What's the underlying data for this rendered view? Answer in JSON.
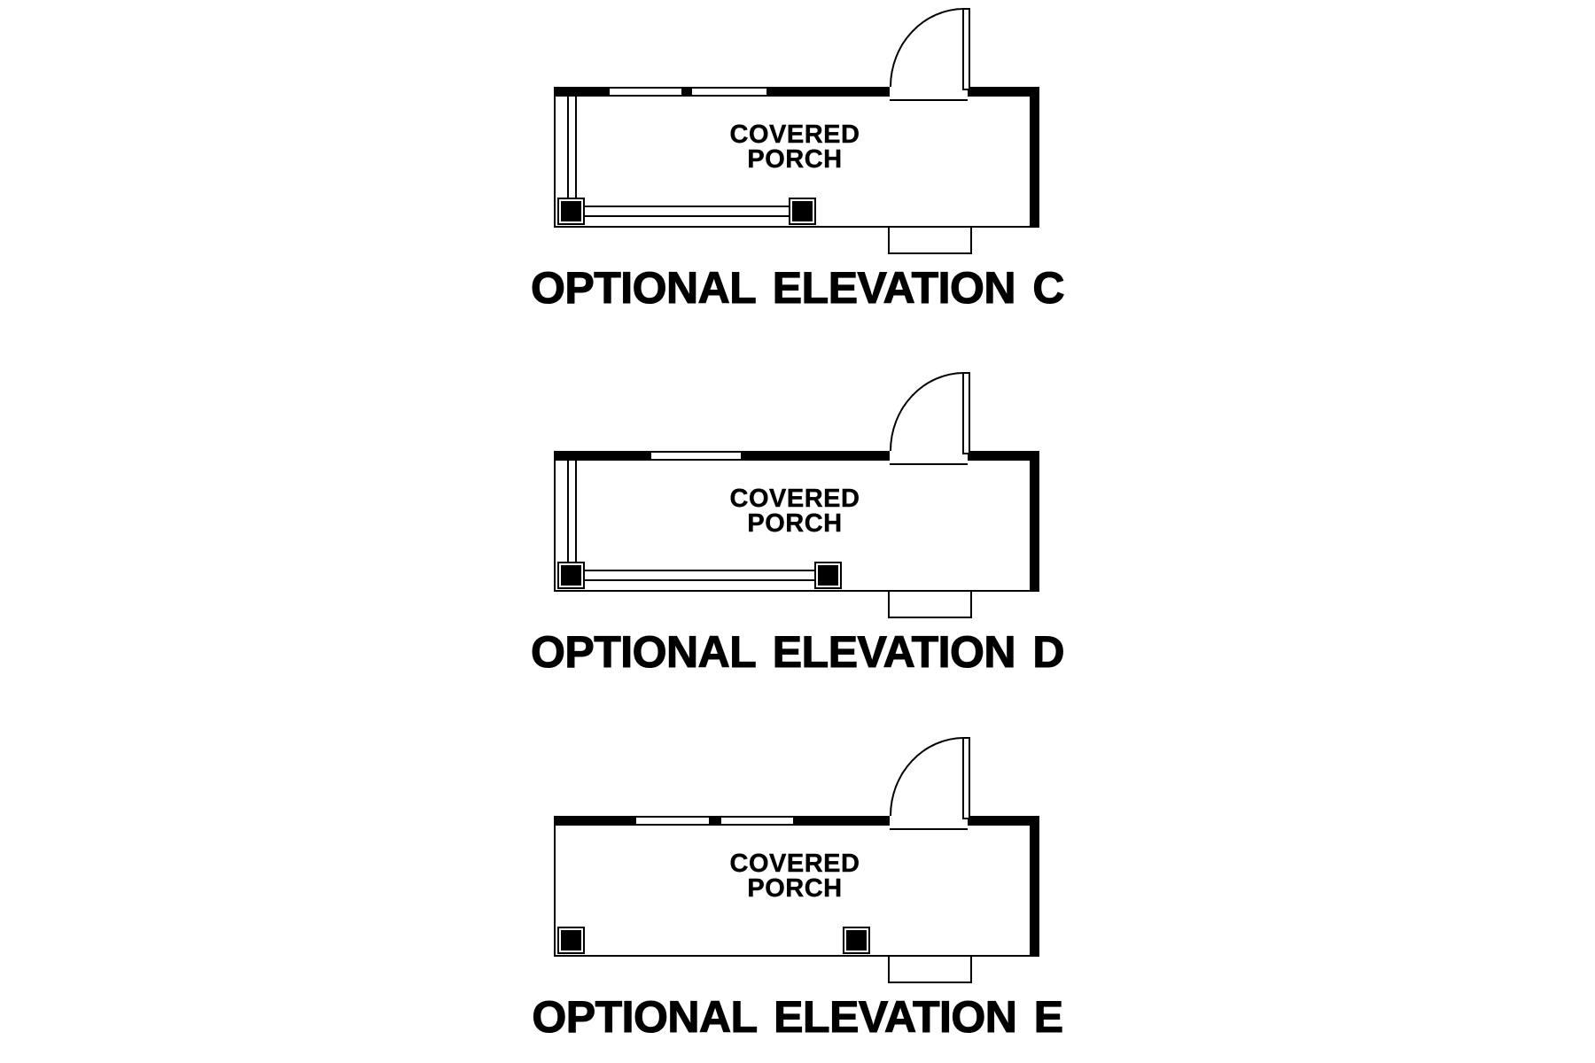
{
  "page": {
    "background_color": "#ffffff",
    "line_color": "#000000"
  },
  "diagrams": [
    {
      "caption": "OPTIONAL ELEVATION C",
      "room_label": {
        "line1": "COVERED",
        "line2": "PORCH"
      },
      "windows": 2,
      "porch_railing": true
    },
    {
      "caption": "OPTIONAL ELEVATION D",
      "room_label": {
        "line1": "COVERED",
        "line2": "PORCH"
      },
      "windows": 1,
      "porch_railing": true
    },
    {
      "caption": "OPTIONAL ELEVATION E",
      "room_label": {
        "line1": "COVERED",
        "line2": "PORCH"
      },
      "windows": 2,
      "porch_railing": false
    }
  ]
}
